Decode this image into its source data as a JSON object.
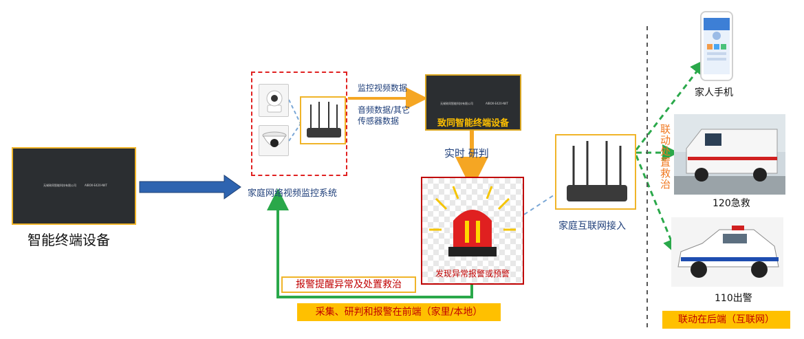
{
  "left_device": {
    "label": "智能终端设备",
    "screen_company": "无锡致同智能科技有限公司",
    "screen_model": "AIBOX-E420-NIIT"
  },
  "monitor_system": {
    "label": "家庭网络视频监控系统"
  },
  "flow": {
    "video_data": "监控视频数据",
    "audio_data": "音频数据/其它传感器数据",
    "realtime": "实时 研判"
  },
  "center_device": {
    "title": "致同智能终端设备",
    "screen_company": "无锡致同智能科技有限公司",
    "screen_model": "AIBOX-E420-NIIT"
  },
  "alarm": {
    "label": "发现异常报警或预警"
  },
  "feedback": {
    "label": "报警提醒异常及处置救治"
  },
  "front_end": {
    "label": "采集、研判和报警在前端（家里/本地）"
  },
  "internet": {
    "label": "家庭互联网接入"
  },
  "linkage": {
    "label": "联动处置救治",
    "family_phone": "家人手机",
    "ambulance": "120急救",
    "police": "110出警",
    "back_end": "联动在后端（互联网）"
  },
  "colors": {
    "blue_arrow": "#2e64b0",
    "orange_arrow": "#f5a623",
    "green_line": "#2aa84a",
    "red_dash": "#e02020",
    "highlight": "#ffc000"
  }
}
